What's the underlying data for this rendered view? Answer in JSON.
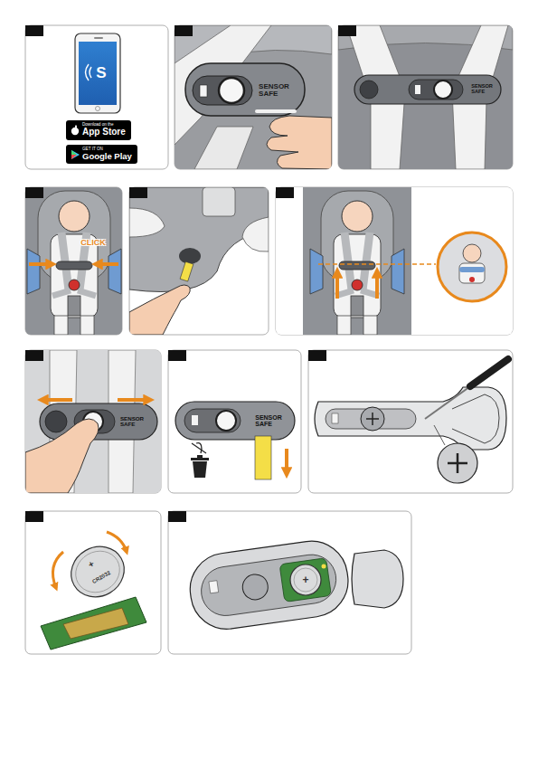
{
  "diagram": {
    "nodes": [
      {
        "text": [
          "Download on the",
          "App Store"
        ]
      },
      {
        "text": [
          "GET IT ON",
          "Google Play"
        ]
      }
    ],
    "labels": [
      "S",
      "SENSOR SAFE",
      "SENSOR SAFE",
      "CLICK",
      "SENSOR SAFE",
      "SENSOR SAFE",
      "CR2032",
      "+",
      "+"
    ]
  }
}
